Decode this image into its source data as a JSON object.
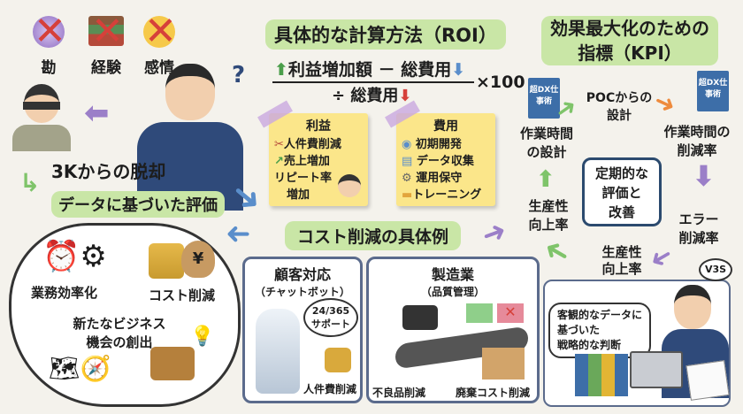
{
  "left": {
    "crossed_items": [
      {
        "icon": "crystal-ball-icon",
        "label": "勘"
      },
      {
        "icon": "books-icon",
        "label": "経験"
      },
      {
        "icon": "emotion-face-icon",
        "label": "感情"
      }
    ],
    "question_mark": "?",
    "headline": "3Kからの脱却",
    "subheadline": "データに基づいた評価",
    "cloud": {
      "efficiency": "業務効率化",
      "cost": "コスト削減",
      "yen": "¥",
      "new_business_line1": "新たなビジネス",
      "new_business_line2": "機会の創出"
    }
  },
  "roi": {
    "title": "具体的な計算方法（ROI）",
    "numerator_left": "利益増加額",
    "minus": "－",
    "numerator_right": "総費用",
    "denominator": "÷ 総費用",
    "multiplier": "×100",
    "profit_note": {
      "title": "利益",
      "items": [
        "人件費削減",
        "売上増加",
        "リピート率",
        "増加"
      ]
    },
    "cost_note": {
      "title": "費用",
      "items": [
        "初期開発",
        "データ収集",
        "運用保守",
        "トレーニング"
      ]
    }
  },
  "cost_examples": {
    "title": "コスト削減の具体例",
    "customer": {
      "title": "顧客対応",
      "subtitle": "（チャットボット）",
      "bubble_line1": "24/365",
      "bubble_line2": "サポート",
      "label": "人件費削減"
    },
    "manufacturing": {
      "title": "製造業",
      "subtitle": "（品質管理）",
      "label_left": "不良品削減",
      "label_right": "廃棄コスト削減"
    }
  },
  "kpi": {
    "title_line1": "効果最大化のための",
    "title_line2": "指標（KPI）",
    "book_title": "超DX仕事術",
    "center": [
      "定期的な",
      "評価と",
      "改善"
    ],
    "steps": {
      "poc": [
        "POCからの",
        "設計"
      ],
      "reduction": [
        "作業時間の",
        "削減率"
      ],
      "error": [
        "エラー",
        "削減率"
      ],
      "productivity_bottom": [
        "生産性",
        "向上率"
      ],
      "productivity_left": [
        "生産性",
        "向上率"
      ],
      "work_design": [
        "作業時間",
        "の設計"
      ]
    },
    "speech": [
      "客観的なデータに",
      "基づいた",
      "戦略的な判断"
    ],
    "badge": "V3S"
  },
  "colors": {
    "highlight": "#c9e6a6",
    "note": "#fbe68a",
    "green_arrow": "#7fc46a",
    "purple_arrow": "#9b7fc8",
    "orange_arrow": "#ee8a3c",
    "red": "#d6403a",
    "blue": "#5a8ecb"
  }
}
